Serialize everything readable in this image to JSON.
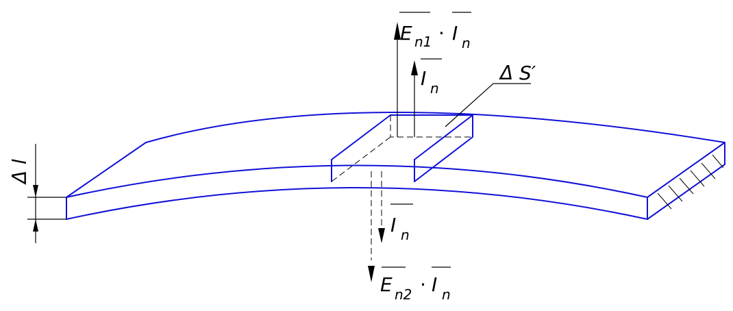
{
  "labels": {
    "top_flux_E": "E",
    "top_flux_E_sub": "n1",
    "top_flux_I": "I",
    "top_flux_I_sub": "n",
    "top_current": "I",
    "top_current_sub": "n",
    "area_element": "Δ S′",
    "bottom_current": "I",
    "bottom_current_sub": "n",
    "bottom_flux_E": "E",
    "bottom_flux_E_sub": "n2",
    "bottom_flux_I": "I",
    "bottom_flux_I_sub": "n",
    "thickness": "Δ l",
    "dot": "·"
  },
  "colors": {
    "outline": "#1010d8",
    "annotation": "#000000"
  }
}
